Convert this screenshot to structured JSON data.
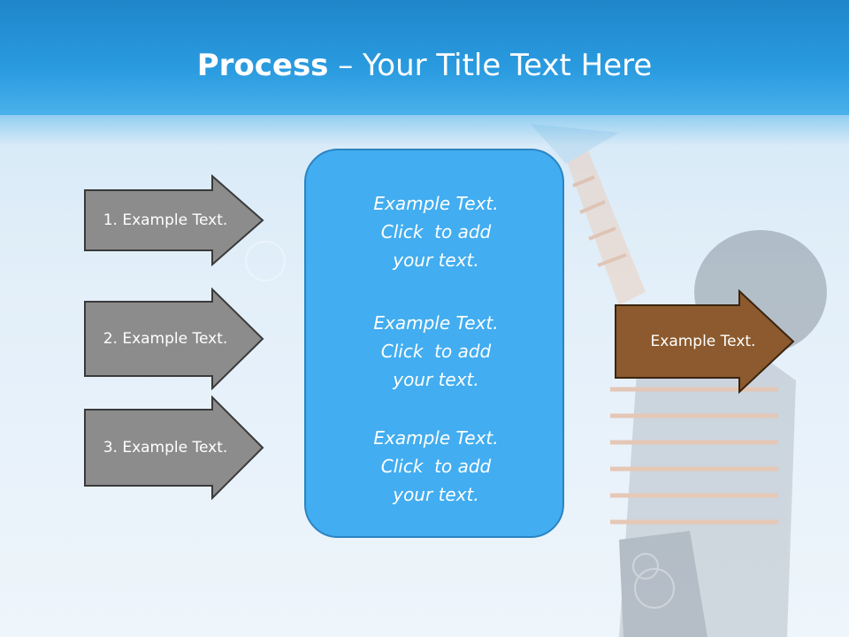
{
  "title": {
    "bold": "Process",
    "rest": " – Your Title Text Here"
  },
  "left_arrows": [
    {
      "label": "1. Example Text."
    },
    {
      "label": "2. Example Text."
    },
    {
      "label": "3. Example Text."
    }
  ],
  "center_box": {
    "blocks": [
      {
        "line1": "Example Text.",
        "line2": "Click  to add",
        "line3": "your text."
      },
      {
        "line1": "Example Text.",
        "line2": "Click  to add",
        "line3": "your text."
      },
      {
        "line1": "Example Text.",
        "line2": "Click  to add",
        "line3": "your text."
      }
    ]
  },
  "right_arrow": {
    "label": "Example Text."
  },
  "colors": {
    "title_bar": "#2a9be0",
    "left_arrow_fill": "#8c8c8c",
    "center_box_fill": "#42adf0",
    "right_arrow_fill": "#8c5a2e"
  }
}
